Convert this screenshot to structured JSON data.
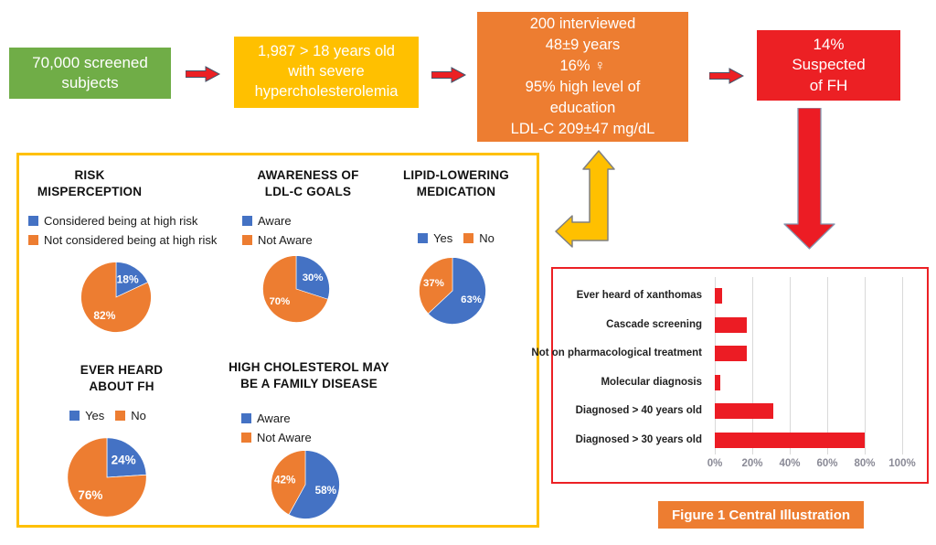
{
  "colors": {
    "green": "#70AD47",
    "yellow": "#FFC000",
    "orange": "#ED7D31",
    "red": "#EC2024",
    "bar_red": "#EC1C24",
    "blue": "#4472C4",
    "gridline": "#D9D9D9"
  },
  "flowchart": {
    "screened": "70,000 screened\nsubjects",
    "age_group": "1,987 > 18 years old\nwith severe\nhypercholesterolemia",
    "interviewed": "200 interviewed\n48±9 years\n16% ♀\n95% high level of\neducation\nLDL-C 209±47 mg/dL",
    "suspected": "14%\nSuspected\nof FH"
  },
  "chart_data": [
    {
      "type": "pie",
      "title": "RISK\nMISPERCEPTION",
      "labels": [
        "Considered being at high risk",
        "Not considered being at high risk"
      ],
      "values": [
        18,
        82
      ],
      "slice_labels": [
        "18%",
        "82%"
      ],
      "colors": [
        "#4472C4",
        "#ED7D31"
      ],
      "legend_layout": "stacked",
      "legend_position": "above-left"
    },
    {
      "type": "pie",
      "title": "AWARENESS OF\nLDL-C GOALS",
      "labels": [
        "Aware",
        "Not Aware"
      ],
      "values": [
        30,
        70
      ],
      "slice_labels": [
        "30%",
        "70%"
      ],
      "colors": [
        "#4472C4",
        "#ED7D31"
      ],
      "legend_layout": "stacked",
      "legend_position": "above-left"
    },
    {
      "type": "pie",
      "title": "LIPID-LOWERING\nMEDICATION",
      "labels": [
        "Yes",
        "No"
      ],
      "values": [
        63,
        37
      ],
      "slice_labels": [
        "63%",
        "37%"
      ],
      "colors": [
        "#4472C4",
        "#ED7D31"
      ],
      "legend_layout": "inline",
      "legend_position": "above-center"
    },
    {
      "type": "pie",
      "title": "EVER HEARD\nABOUT FH",
      "labels": [
        "Yes",
        "No"
      ],
      "values": [
        24,
        76
      ],
      "slice_labels": [
        "24%",
        "76%"
      ],
      "colors": [
        "#4472C4",
        "#ED7D31"
      ],
      "legend_layout": "inline",
      "legend_position": "above-center"
    },
    {
      "type": "pie",
      "title": "HIGH CHOLESTEROL MAY\nBE A FAMILY DISEASE",
      "labels": [
        "Aware",
        "Not Aware"
      ],
      "values": [
        58,
        42
      ],
      "slice_labels": [
        "58%",
        "42%"
      ],
      "colors": [
        "#4472C4",
        "#ED7D31"
      ],
      "legend_layout": "stacked",
      "legend_position": "above-left"
    },
    {
      "type": "bar",
      "orientation": "horizontal",
      "categories": [
        "Ever heard of xanthomas",
        "Cascade screening",
        "Not on pharmacological treatment",
        "Molecular diagnosis",
        "Diagnosed > 40 years old",
        "Diagnosed > 30 years old"
      ],
      "values": [
        4,
        17,
        17,
        3,
        31,
        80
      ],
      "xticks": [
        "0%",
        "20%",
        "40%",
        "60%",
        "80%",
        "100%"
      ],
      "xlim": [
        0,
        100
      ],
      "grid": true,
      "bar_color": "#EC1C24"
    }
  ],
  "caption": {
    "text": "Figure 1 Central Illustration"
  }
}
